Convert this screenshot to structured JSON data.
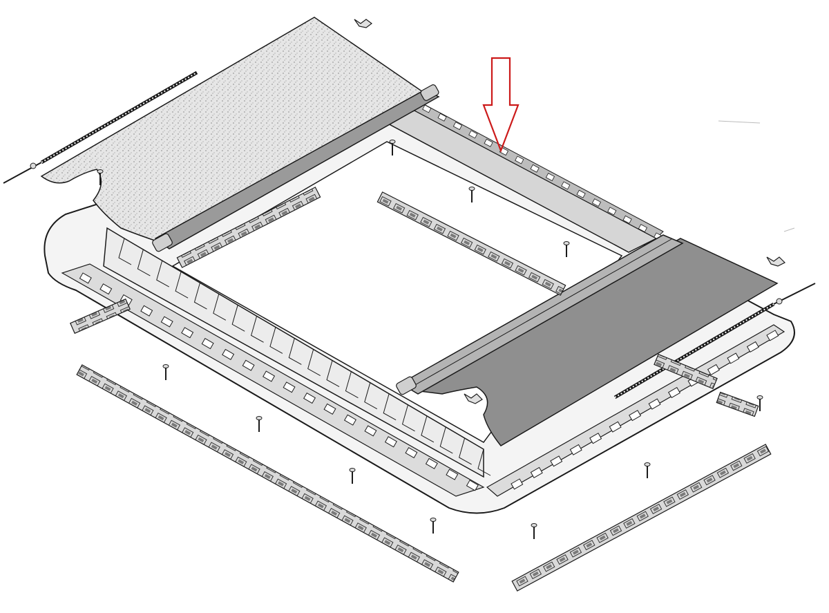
{
  "diagram": {
    "kind": "exploded-assembly-drawing",
    "colors": {
      "background": "#ffffff",
      "line": "#1a1a1a",
      "frame_fill": "#f4f4f4",
      "flyscreen_fill": "#e2e2e2",
      "blind_fill": "#8f8f8f",
      "rail_fill": "#d6d6d6",
      "arrow_stroke": "#cc1a1a"
    },
    "components": [
      "frame",
      "flyscreen-roll",
      "blind-roll",
      "guide-rail",
      "clip-strip",
      "screw",
      "spring-rod",
      "corner-clip"
    ],
    "screw_count": 11,
    "clip_strip_count": 8
  }
}
